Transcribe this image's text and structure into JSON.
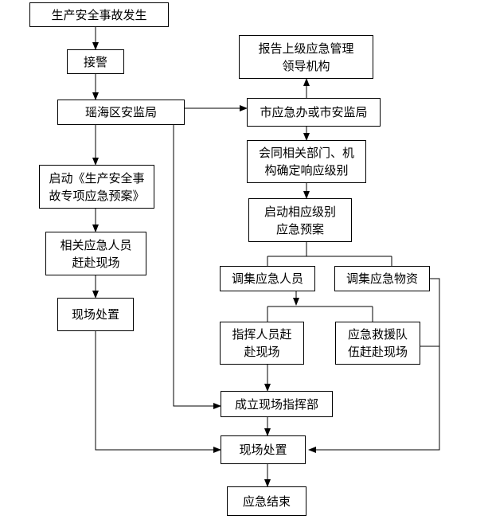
{
  "nodes": {
    "accident": "生产安全事故发生",
    "alarm": "接警",
    "bureau": "瑶海区安监局",
    "report_l1": "报告上级应急管理",
    "report_l2": "领导机构",
    "city": "市应急办或市安监局",
    "joint_l1": "会同相关部门、机",
    "joint_l2": "构确定响应级别",
    "start_plan_l1": "启动《生产安全事",
    "start_plan_l2": "故专项应急预案》",
    "level_l1": "启动相应级别",
    "level_l2": "应急预案",
    "staff_l1": "相关应急人员",
    "staff_l2": "赶赴现场",
    "deploy_people": "调集应急人员",
    "deploy_supplies": "调集应急物资",
    "onsite_left": "现场处置",
    "command_l1": "指挥人员赶",
    "command_l2": "赴现场",
    "rescue_l1": "应急救援队",
    "rescue_l2": "伍赶赴现场",
    "hq": "成立现场指挥部",
    "onsite_final": "现场处置",
    "end": "应急结束"
  }
}
